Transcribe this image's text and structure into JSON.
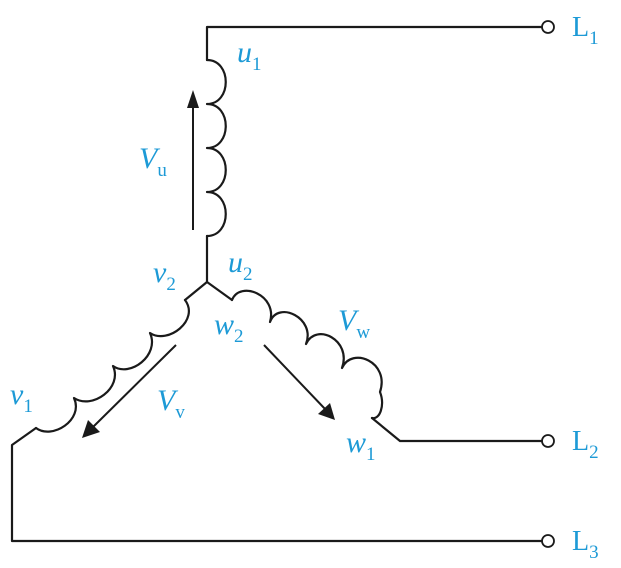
{
  "labels": {
    "u1": {
      "main": "u",
      "sub": "1"
    },
    "u2": {
      "main": "u",
      "sub": "2"
    },
    "v1": {
      "main": "v",
      "sub": "1"
    },
    "v2": {
      "main": "v",
      "sub": "2"
    },
    "w1": {
      "main": "w",
      "sub": "1"
    },
    "w2": {
      "main": "w",
      "sub": "2"
    },
    "Vu": {
      "main": "V",
      "sub": "u"
    },
    "Vv": {
      "main": "V",
      "sub": "v"
    },
    "Vw": {
      "main": "V",
      "sub": "w"
    }
  },
  "terminals": {
    "L1": {
      "main": "L",
      "sub": "1"
    },
    "L2": {
      "main": "L",
      "sub": "2"
    },
    "L3": {
      "main": "L",
      "sub": "3"
    }
  },
  "colors": {
    "label": "#1d9ad6",
    "line": "#1a1a1a"
  }
}
